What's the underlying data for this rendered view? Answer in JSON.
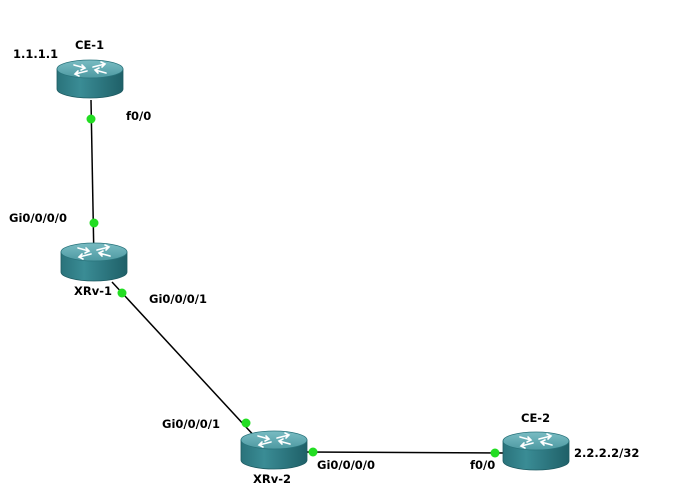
{
  "colors": {
    "background": "#ffffff",
    "link": "#000000",
    "port": "#22dd22",
    "router_top": "#5fa9b1",
    "router_side": "#2f7f88",
    "router_side_dark": "#236870",
    "router_arrows": "#ffffff",
    "text": "#000000"
  },
  "icons": {
    "router": "router-icon",
    "port": "port-dot-icon"
  },
  "routers": [
    {
      "id": "ce1",
      "name": "CE-1"
    },
    {
      "id": "xrv1",
      "name": "XRv-1"
    },
    {
      "id": "xrv2",
      "name": "XRv-2"
    },
    {
      "id": "ce2",
      "name": "CE-2"
    }
  ],
  "addresses": {
    "ce1": "1.1.1.1",
    "ce2": "2.2.2.2/32"
  },
  "links": [
    {
      "id": "ce1-xrv1",
      "a": "ce1",
      "a_port": "f0/0",
      "b": "xrv1",
      "b_port": "Gi0/0/0/0"
    },
    {
      "id": "xrv1-xrv2",
      "a": "xrv1",
      "a_port": "Gi0/0/0/1",
      "b": "xrv2",
      "b_port": "Gi0/0/0/1"
    },
    {
      "id": "xrv2-ce2",
      "a": "xrv2",
      "a_port": "Gi0/0/0/0",
      "b": "ce2",
      "b_port": "f0/0"
    }
  ]
}
